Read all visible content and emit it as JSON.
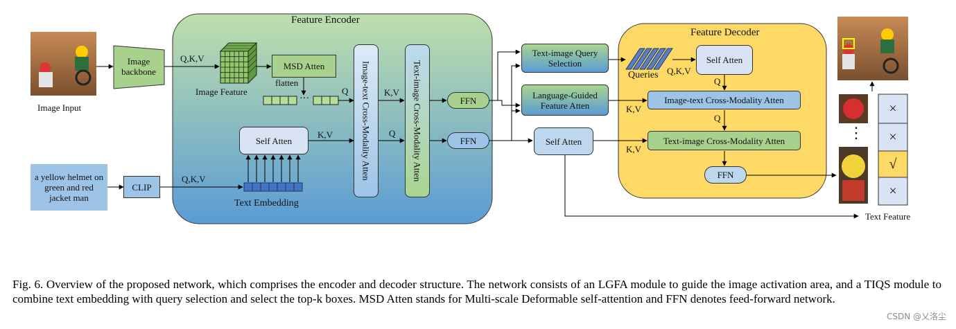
{
  "encoder": {
    "title": "Feature Encoder",
    "image_feature_label": "Image Feature",
    "msd_atten": "MSD Atten",
    "flatten": "flatten",
    "self_atten": "Self Atten",
    "text_embedding_label": "Text Embedding",
    "image_text_cross": "Image-text Cross-Modality Atten",
    "text_image_cross": "Text-image Cross-Modality Atten",
    "ffn_top": "FFN",
    "ffn_bottom": "FFN"
  },
  "inputs": {
    "image_input_label": "Image Input",
    "image_backbone": "Image backbone",
    "text_prompt": "a yellow helmet on green and red jacket man",
    "clip": "CLIP"
  },
  "middle": {
    "tiqs": "Text-image Query Selection",
    "lgfa": "Language-Guided Feature Atten",
    "self_atten": "Self Atten"
  },
  "decoder": {
    "title": "Feature Decoder",
    "queries_label": "Queries",
    "self_atten": "Self Atten",
    "image_text_cross": "Image-text Cross-Modality Atten",
    "text_image_cross": "Text-image Cross-Modality Atten",
    "ffn": "FFN"
  },
  "arrow_labels": {
    "qkv_image": "Q,K,V",
    "qkv_clip": "Q,K,V",
    "q_flatten": "Q",
    "kv_self": "K,V",
    "kv_cross": "K,V",
    "q_cross": "Q",
    "qkv_queries": "Q,K,V",
    "q_dec1": "Q",
    "kv_dec1": "K,V",
    "q_dec2": "Q",
    "kv_dec2": "K,V",
    "text_feature": "Text Feature"
  },
  "results": {
    "marks": [
      "×",
      "×",
      "√",
      "×"
    ],
    "ellipsis": "⋮"
  },
  "caption": "Fig. 6.  Overview of the proposed network, which comprises the encoder and decoder structure. The network consists of an LGFA module to guide the image activation area, and a TIQS module to combine text embedding with query selection and select the top-k boxes. MSD Atten stands for Multi-scale Deformable self-attention and FFN denotes feed-forward network.",
  "watermark": "CSDN @乂洛尘",
  "colors": {
    "green_box": "#9dd08a",
    "blue_box": "#9dc3e6",
    "decoder_bg": "#ffd966",
    "encoder_top": "#b9dca8",
    "encoder_bottom": "#5a9bd5"
  }
}
